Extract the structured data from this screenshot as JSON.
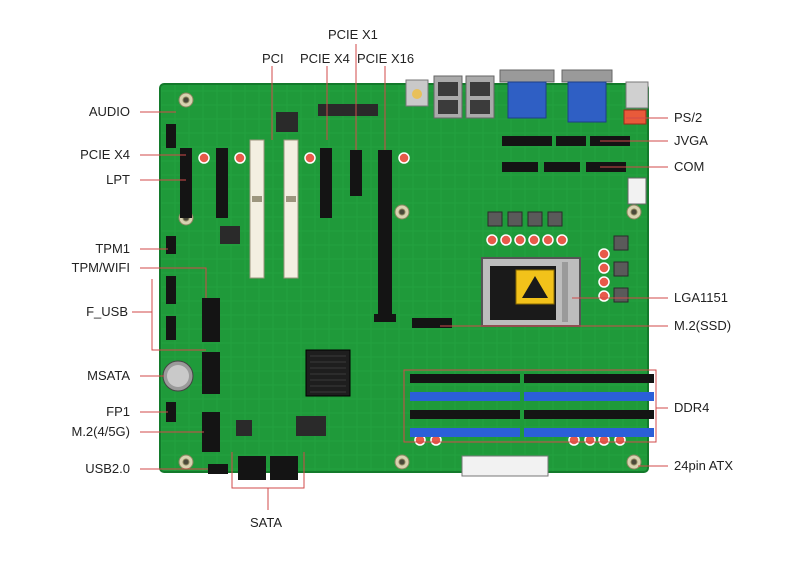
{
  "diagram": {
    "callouts_top": {
      "pci": "PCI",
      "pcie_x4": "PCIE X4",
      "pcie_x1": "PCIE X1",
      "pcie_x16": "PCIE X16"
    },
    "callouts_left": {
      "audio": "AUDIO",
      "pcie_x4": "PCIE X4",
      "lpt": "LPT",
      "tpm1": "TPM1",
      "tpm_wifi": "TPM/WIFI",
      "f_usb": "F_USB",
      "msata": "MSATA",
      "fp1": "FP1",
      "m2_4g5g": "M.2(4/5G)",
      "usb20": "USB2.0"
    },
    "callouts_right": {
      "ps2": "PS/2",
      "jvga": "JVGA",
      "com": "COM",
      "lga1151": "LGA1151",
      "m2_ssd": "M.2(SSD)",
      "ddr4": "DDR4",
      "atx24": "24pin ATX"
    },
    "callouts_bottom": {
      "sata": "SATA"
    },
    "colors": {
      "pcb": "#1f9a3a",
      "pcb_dark": "#137a2b",
      "slot_black": "#141414",
      "slot_white": "#f3efe1",
      "dimm_blue": "#2b5fd8",
      "leader": "#d04a4a",
      "socket_yellow": "#f2c21a",
      "vga_blue": "#2f5fc4"
    }
  }
}
